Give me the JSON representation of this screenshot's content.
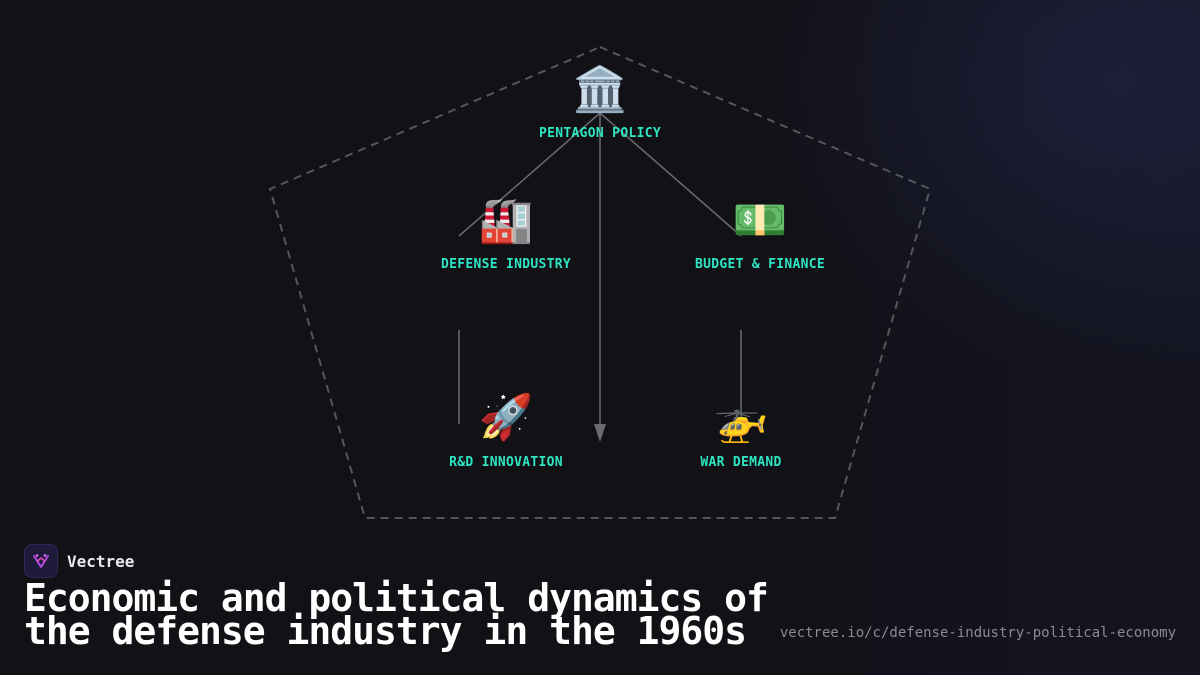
{
  "diagram": {
    "nodes": [
      {
        "id": "pentagon",
        "label": "PENTAGON POLICY",
        "icon": "🏛️",
        "icon_name": "classical-building-icon"
      },
      {
        "id": "industry",
        "label": "DEFENSE INDUSTRY",
        "icon": "🏭",
        "icon_name": "factory-icon"
      },
      {
        "id": "budget",
        "label": "BUDGET & FINANCE",
        "icon": "💵",
        "icon_name": "dollar-banknote-icon"
      },
      {
        "id": "rnd",
        "label": "R&D INNOVATION",
        "icon": "🚀",
        "icon_name": "rocket-icon"
      },
      {
        "id": "war",
        "label": "WAR DEMAND",
        "icon": "🚁",
        "icon_name": "helicopter-icon"
      }
    ],
    "edges": [
      {
        "from": "pentagon",
        "to": "industry"
      },
      {
        "from": "pentagon",
        "to": "budget"
      },
      {
        "from": "pentagon",
        "to": "rnd",
        "arrow": true
      },
      {
        "from": "industry",
        "to": "rnd"
      },
      {
        "from": "budget",
        "to": "war"
      }
    ],
    "colors": {
      "label": "#2ee6c4",
      "line": "#6a6a70",
      "pentagon_outline": "#55555c"
    }
  },
  "brand": {
    "name": "Vectree",
    "logo_icon": "vectree-logo-icon"
  },
  "title": {
    "line1": "Economic and political dynamics of",
    "line2": "the defense industry in the 1960s"
  },
  "url": "vectree.io/c/defense-industry-political-economy"
}
